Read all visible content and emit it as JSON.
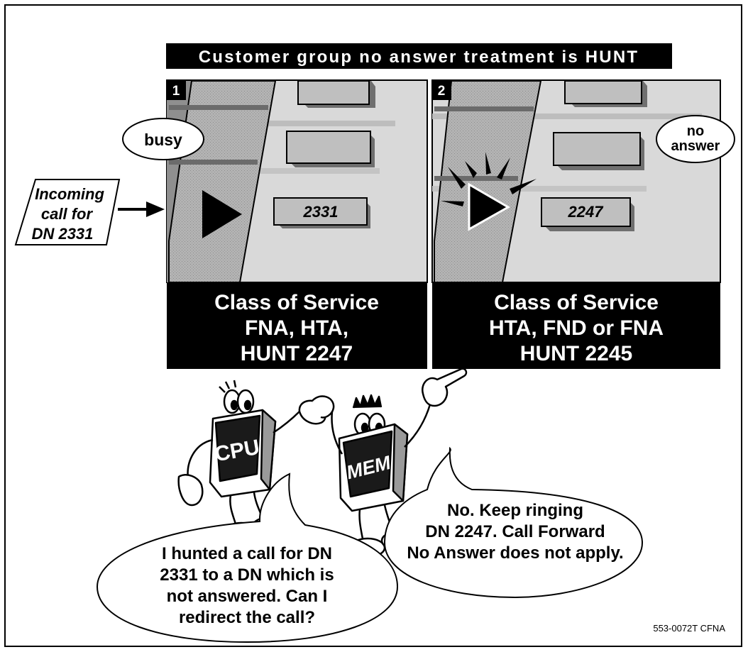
{
  "banner": "Customer group no answer treatment is HUNT",
  "panel1": {
    "number": "1",
    "status": "busy",
    "key_dn": "2331",
    "caption": [
      "Class of Service",
      "FNA, HTA,",
      "HUNT 2247"
    ]
  },
  "panel2": {
    "number": "2",
    "status": [
      "no",
      "answer"
    ],
    "key_dn": "2247",
    "caption": [
      "Class of Service",
      "HTA, FND or FNA",
      "HUNT 2245"
    ]
  },
  "incoming": [
    "Incoming",
    "call for",
    "DN 2331"
  ],
  "cpu_label": "CPU",
  "mem_label": "MEM",
  "cpu_speech": [
    "I hunted a call for DN",
    "2331 to a DN which is",
    "not answered. Can I",
    "redirect the call?"
  ],
  "mem_speech": [
    "No. Keep ringing",
    "DN 2247. Call Forward",
    "No Answer does not apply."
  ],
  "footer_code": "553-0072T CFNA"
}
